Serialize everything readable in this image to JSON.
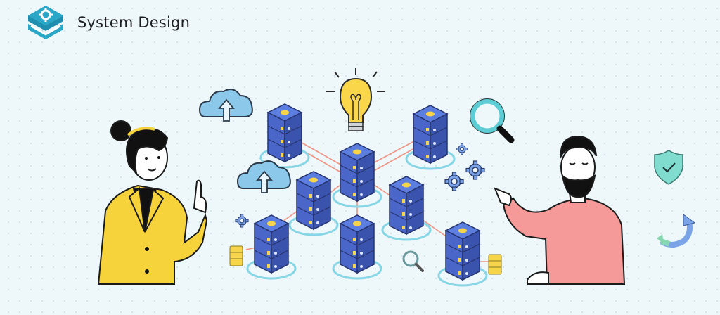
{
  "header": {
    "title": "System Design",
    "logo_icon": "book-gear-icon",
    "logo_color": "#2aa6c7"
  },
  "illustration": {
    "elements": [
      "woman-pointing",
      "man-pointing",
      "server-network",
      "lightbulb-icon",
      "cloud-upload-icon",
      "magnifier-icon",
      "gear-icon",
      "shield-check-icon",
      "refresh-arrow-icon"
    ]
  },
  "colors": {
    "background": "#eef7fa",
    "server_blue": "#4a66c9",
    "connection_line": "#f08a78",
    "woman_jacket": "#f6d33a",
    "man_sweater": "#f59a98",
    "shield": "#7fdccf",
    "cloud": "#8cc8ea"
  }
}
